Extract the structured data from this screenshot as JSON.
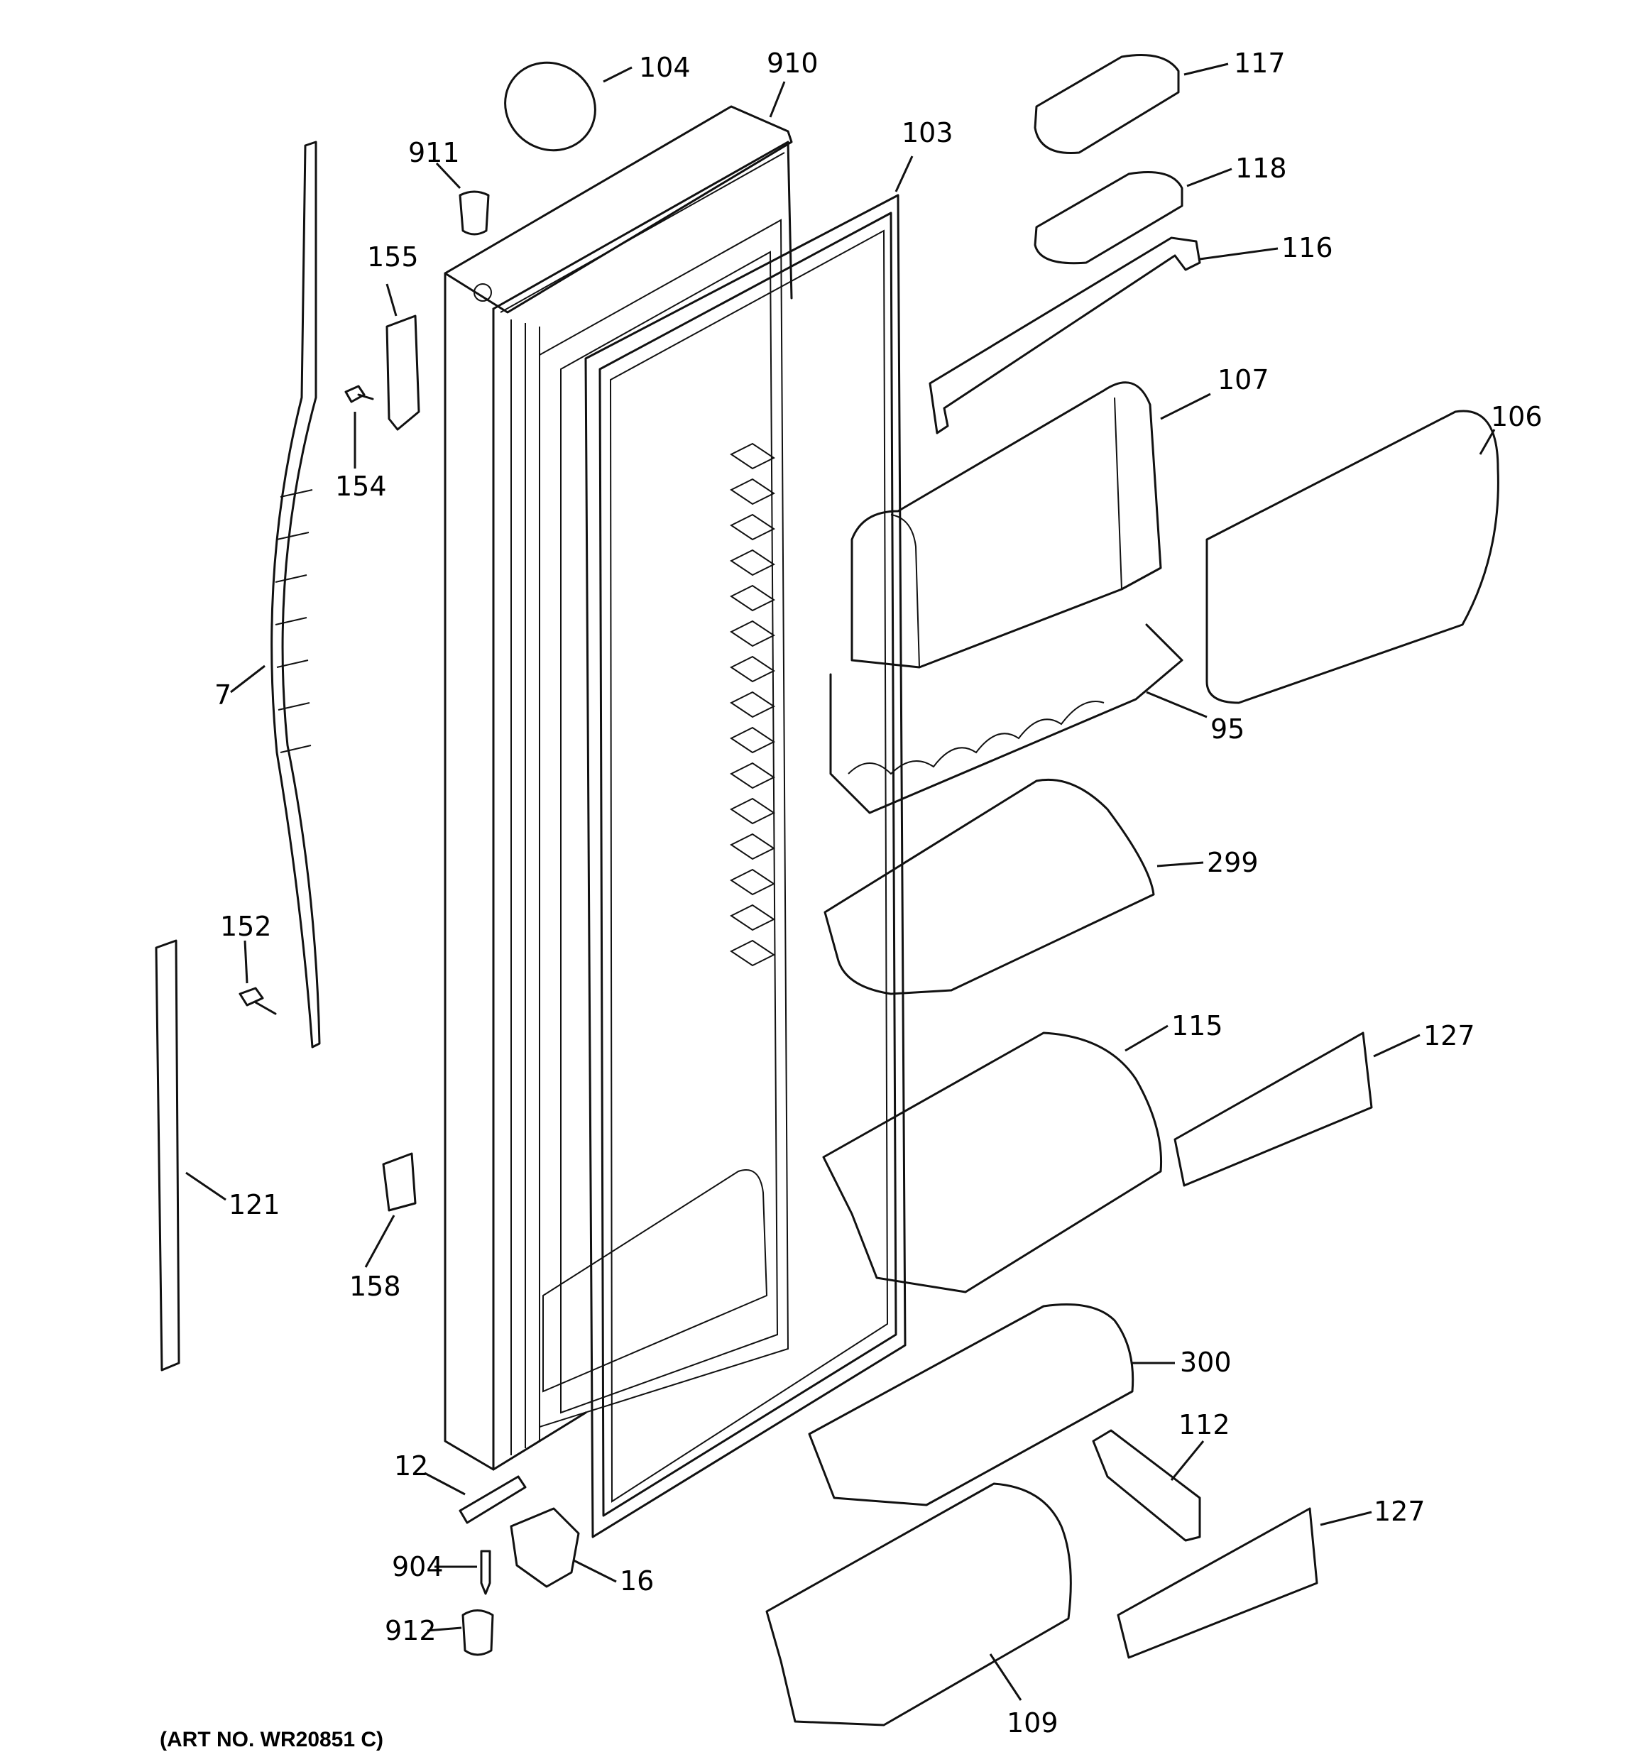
{
  "art_number": "(ART NO. WR20851 C)",
  "callouts": [
    "104",
    "910",
    "911",
    "103",
    "117",
    "118",
    "116",
    "155",
    "154",
    "107",
    "106",
    "7",
    "95",
    "299",
    "152",
    "115",
    "127",
    "121",
    "158",
    "300",
    "12",
    "112",
    "904",
    "16",
    "127",
    "912",
    "109"
  ]
}
